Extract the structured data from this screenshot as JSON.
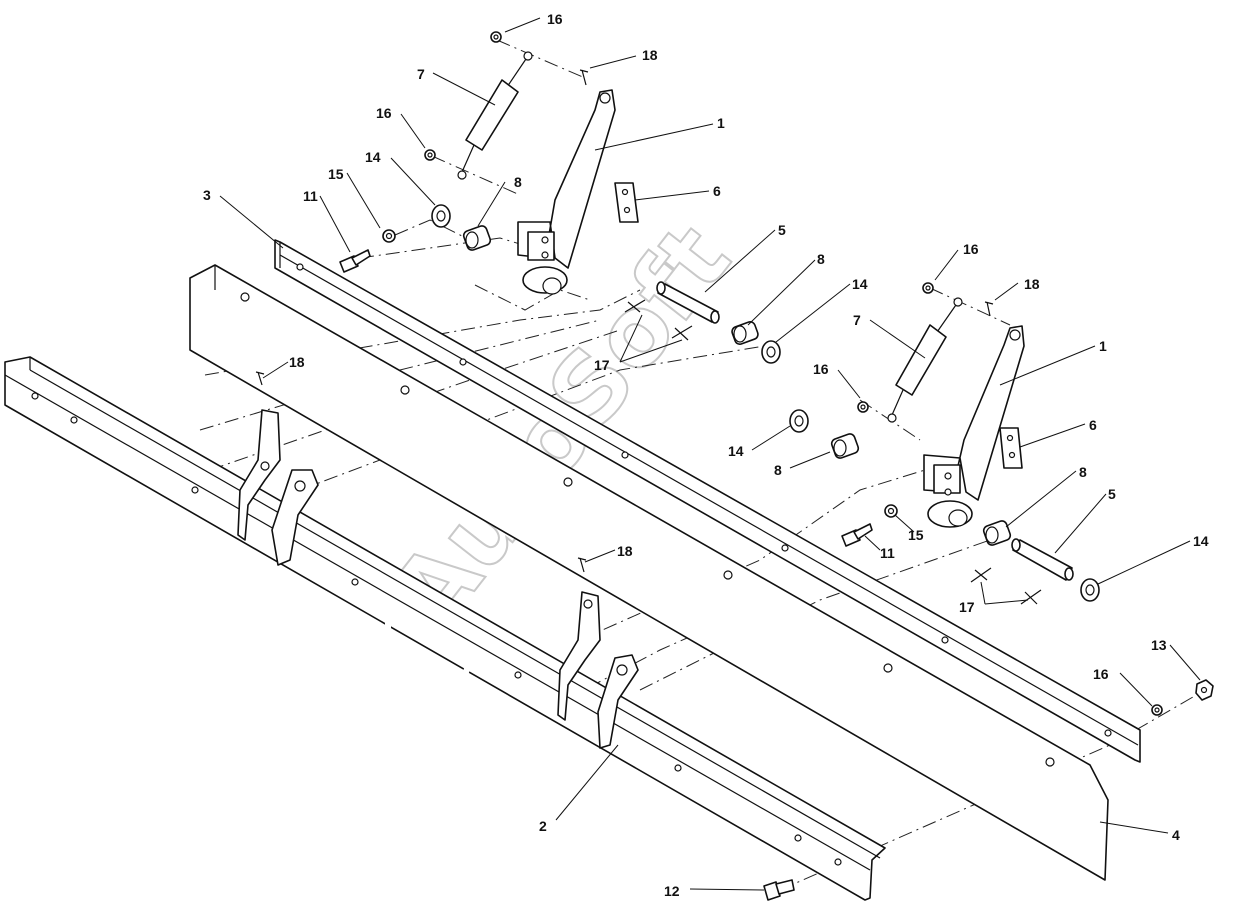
{
  "watermark": "AutoSoft",
  "callouts": {
    "c1a": "1",
    "c1b": "1",
    "c2": "2",
    "c3": "3",
    "c4": "4",
    "c5a": "5",
    "c5b": "5",
    "c6a": "6",
    "c6b": "6",
    "c7a": "7",
    "c7b": "7",
    "c8a": "8",
    "c8b": "8",
    "c8c": "8",
    "c8d": "8",
    "c11a": "11",
    "c11b": "11",
    "c12": "12",
    "c13": "13",
    "c14a": "14",
    "c14b": "14",
    "c14c": "14",
    "c14d": "14",
    "c15a": "15",
    "c15b": "15",
    "c16a": "16",
    "c16b": "16",
    "c16c": "16",
    "c16d": "16",
    "c16e": "16",
    "c17a": "17",
    "c17b": "17",
    "c18a": "18",
    "c18b": "18",
    "c18c": "18",
    "c18d": "18"
  }
}
